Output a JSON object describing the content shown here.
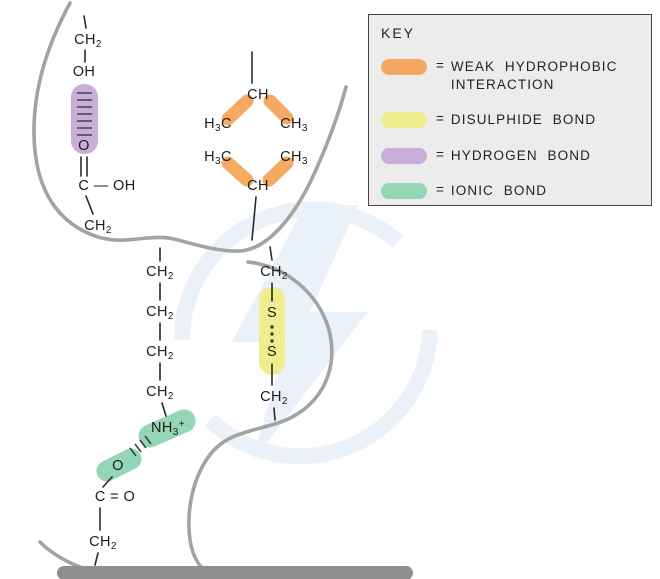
{
  "key": {
    "title": "KEY",
    "items": [
      {
        "eq": "=",
        "label1": "WEAK HYDROPHOBIC",
        "label2": "INTERACTION",
        "color": "#f6a963"
      },
      {
        "eq": "=",
        "label1": "DISULPHIDE BOND",
        "label2": "",
        "color": "#efee8e"
      },
      {
        "eq": "=",
        "label1": "HYDROGEN BOND",
        "label2": "",
        "color": "#c9aed8"
      },
      {
        "eq": "=",
        "label1": "IONIC BOND",
        "label2": "",
        "color": "#94d6b6"
      }
    ]
  },
  "colors": {
    "hydrophobic": "#f6a963",
    "disulphide": "#efee8e",
    "hydrogen": "#c9aed8",
    "ionic": "#94d6b6",
    "backbone": "#a3a3a3",
    "bond": "#2a2a2a",
    "hash": "#3a3a3a",
    "watermark": "#e5eef8",
    "footer": "#8f8f8f"
  },
  "formulas": {
    "left_ch2_top": {
      "a": "CH",
      "asub": "2"
    },
    "left_oh": {
      "a": "OH"
    },
    "left_o": {
      "a": "O"
    },
    "left_c_oh": {
      "a": "C — OH"
    },
    "left_ch2_bottom": {
      "a": "CH",
      "asub": "2"
    },
    "diamond_ch_top": {
      "a": "CH"
    },
    "diamond_h3c_1": {
      "a": "H",
      "asub": "3",
      "b": "C"
    },
    "diamond_ch3_1": {
      "a": "CH",
      "asub": "3"
    },
    "diamond_h3c_2": {
      "a": "H",
      "asub": "3",
      "b": "C"
    },
    "diamond_ch3_2": {
      "a": "CH",
      "asub": "3"
    },
    "diamond_ch_bottom": {
      "a": "CH"
    },
    "mid_ch2_1": {
      "a": "CH",
      "asub": "2"
    },
    "mid_ch2_2": {
      "a": "CH",
      "asub": "2"
    },
    "mid_ch2_3": {
      "a": "CH",
      "asub": "2"
    },
    "mid_ch2_4": {
      "a": "CH",
      "asub": "2"
    },
    "nh3": {
      "a": "NH",
      "asub": "3",
      "sup": "+"
    },
    "o_ionic": {
      "a": "O"
    },
    "c_o": {
      "a": "C = O"
    },
    "bottom_ch2": {
      "a": "CH",
      "asub": "2"
    },
    "right_ch2_top": {
      "a": "CH",
      "asub": "2"
    },
    "s_top": {
      "a": "S"
    },
    "s_bottom": {
      "a": "S"
    },
    "right_ch2_bottom": {
      "a": "CH",
      "asub": "2"
    }
  }
}
